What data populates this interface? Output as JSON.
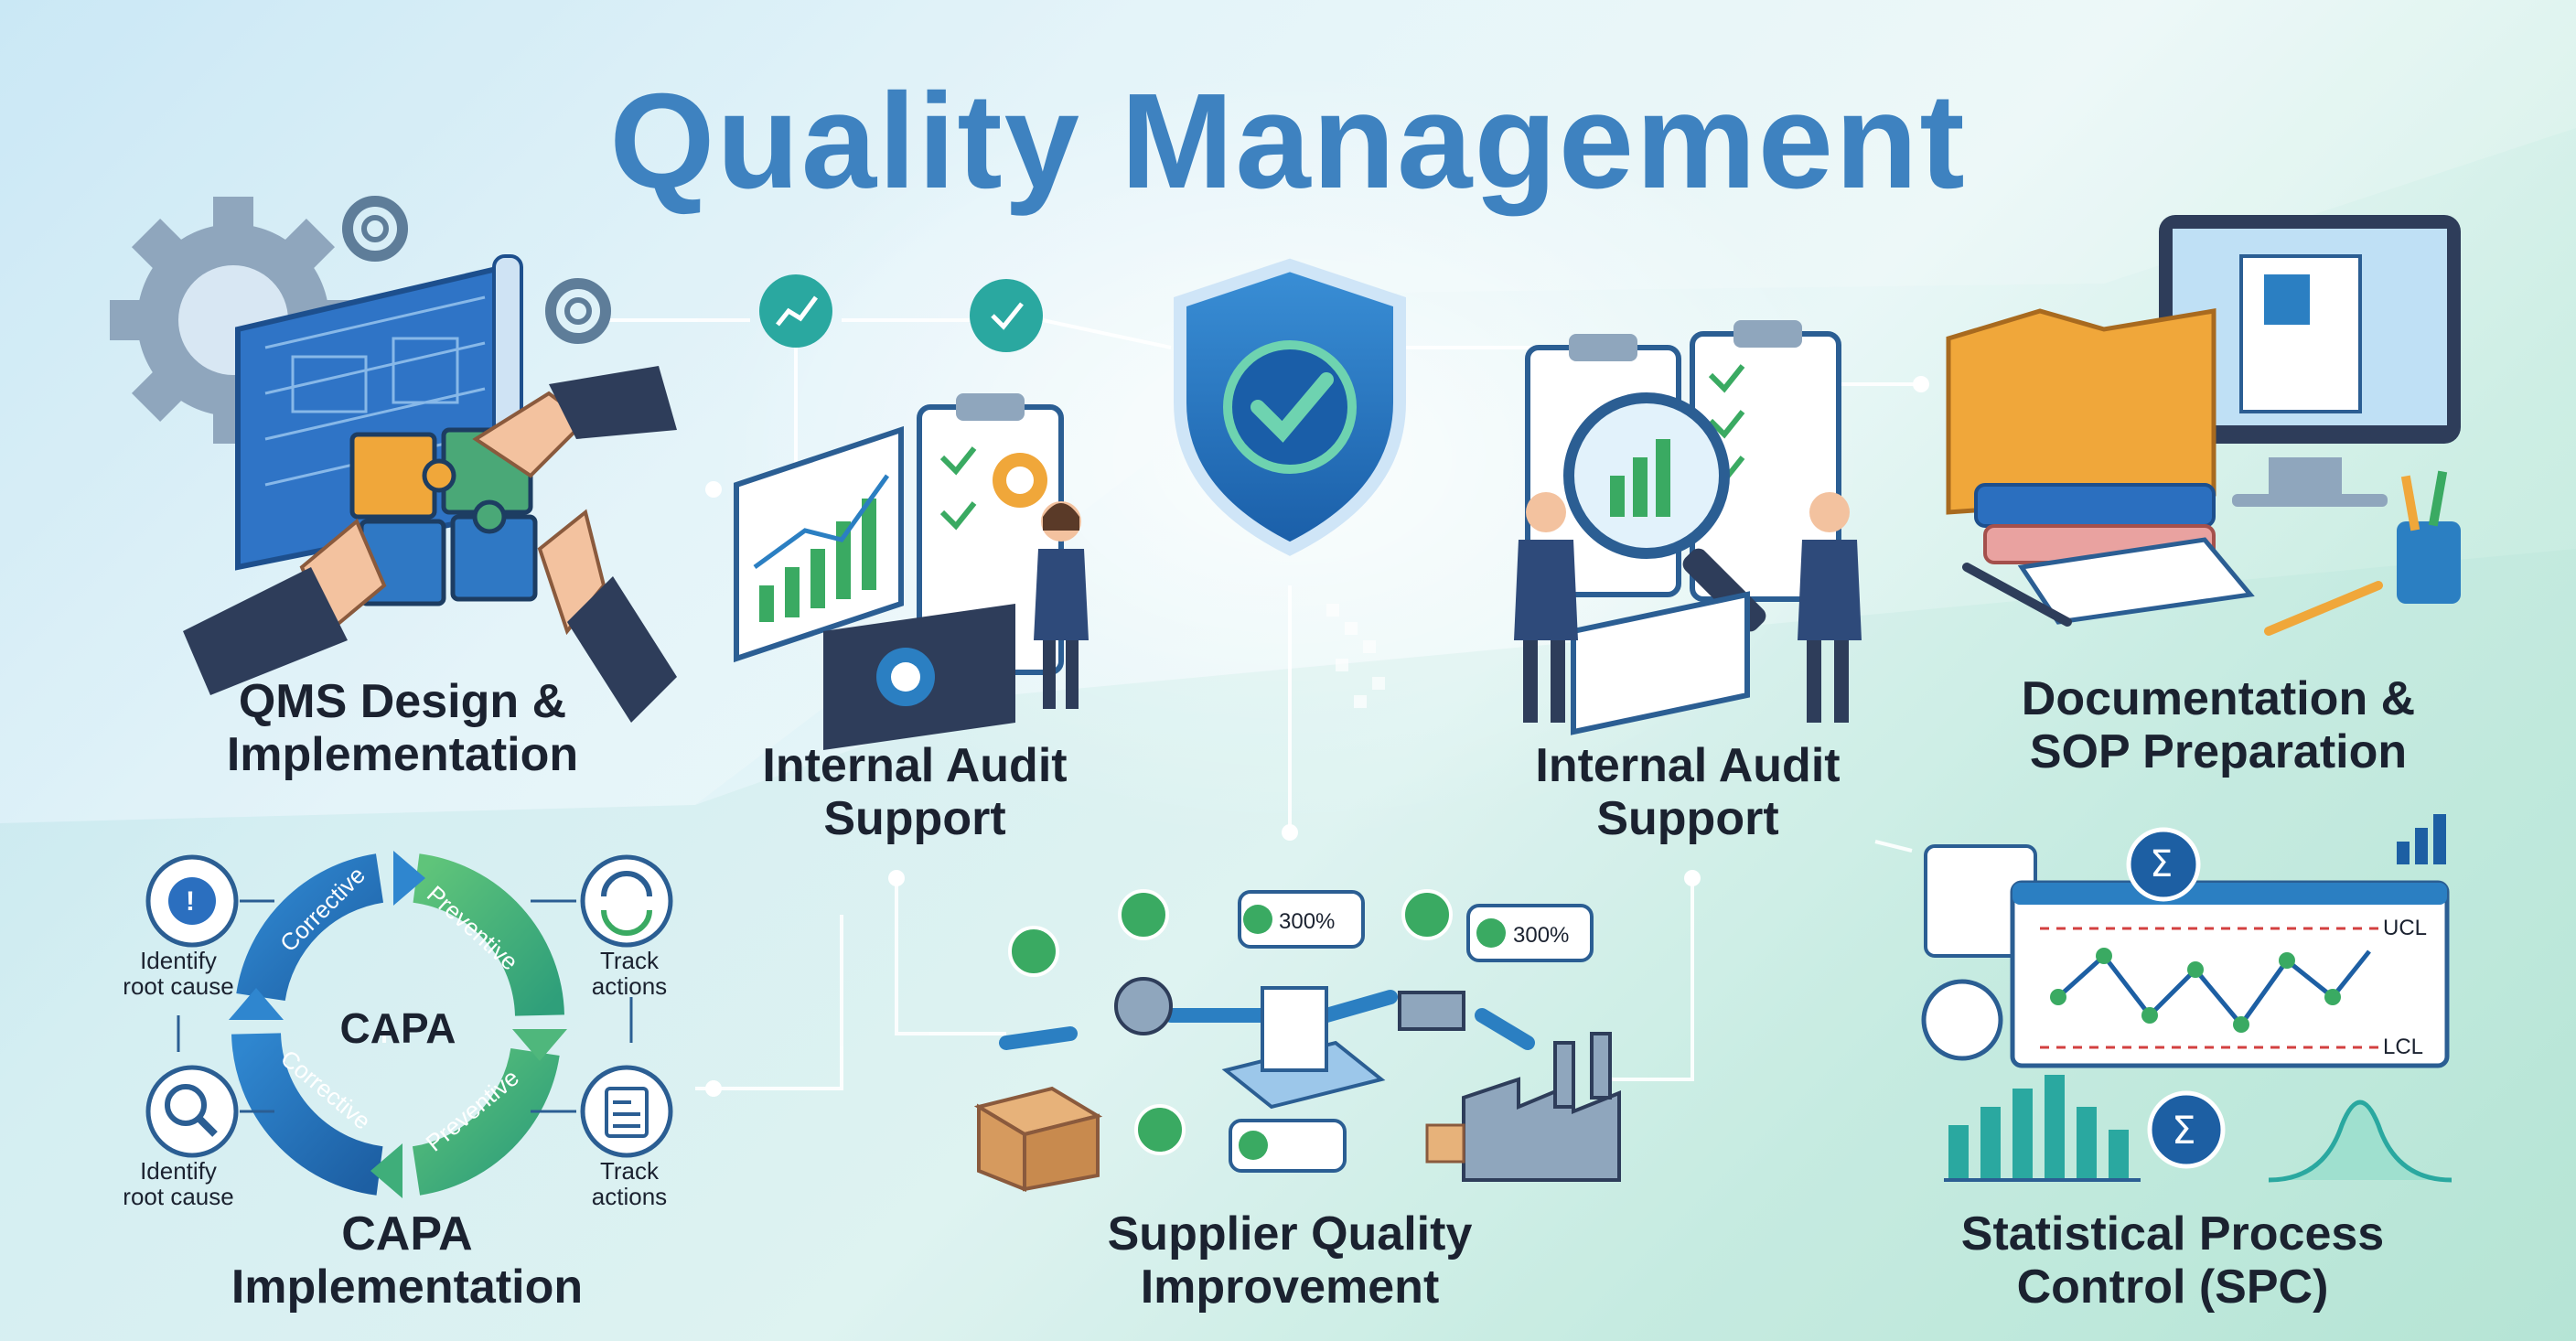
{
  "title": "Quality Management",
  "sections": {
    "qms": {
      "line1": "QMS Design &",
      "line2": "Implementation"
    },
    "audit_left": {
      "line1": "Internal Audit",
      "line2": "Support"
    },
    "audit_right": {
      "line1": "Internal Audit",
      "line2": "Support"
    },
    "documentation": {
      "line1": "Documentation &",
      "line2": "SOP Preparation"
    },
    "capa": {
      "line1": "CAPA",
      "line2": "Implementation"
    },
    "supplier": {
      "line1": "Supplier Quality",
      "line2": "Improvement"
    },
    "spc": {
      "line1": "Statistical Process",
      "line2": "Control (SPC)"
    }
  },
  "capa_cycle": {
    "center": "CAPA",
    "arcs": [
      "Corrective",
      "Preventive",
      "Preventive",
      "Corrective"
    ],
    "steps": {
      "top_left": {
        "line1": "Identify",
        "line2": "root cause"
      },
      "bottom_left": {
        "line1": "Identify",
        "line2": "root cause"
      },
      "top_right": {
        "line1": "Track",
        "line2": "actions"
      },
      "bottom_right": {
        "line1": "Track",
        "line2": "actions"
      }
    }
  },
  "supplier_badges": [
    "300%",
    "300%"
  ],
  "spc_chart": {
    "ucl": "UCL",
    "lcl": "LCL",
    "sigma": "Σ"
  },
  "colors": {
    "title": "#1467b3",
    "accent_green": "#3aaa62",
    "accent_blue": "#2b7fc2",
    "teal": "#2aa8a0"
  }
}
